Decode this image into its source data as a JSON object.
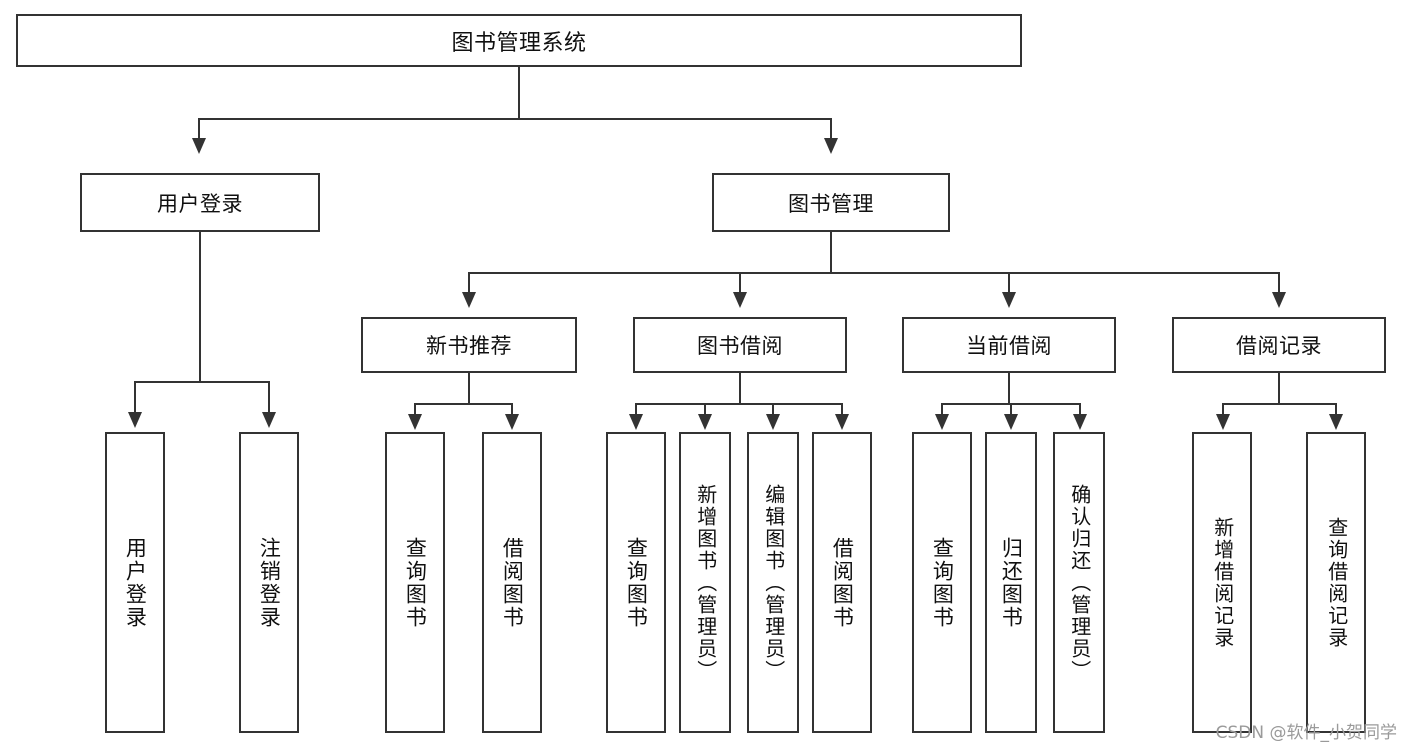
{
  "diagram": {
    "type": "tree",
    "title": "图书管理系统",
    "root": {
      "label": "图书管理系统"
    },
    "level2": [
      {
        "label": "用户登录"
      },
      {
        "label": "图书管理"
      }
    ],
    "level3": [
      {
        "label": "新书推荐"
      },
      {
        "label": "图书借阅"
      },
      {
        "label": "当前借阅"
      },
      {
        "label": "借阅记录"
      }
    ],
    "leaves": {
      "user_login": [
        {
          "label": "用户登录"
        },
        {
          "label": "注销登录"
        }
      ],
      "new_book_recommend": [
        {
          "label": "查询图书"
        },
        {
          "label": "借阅图书"
        }
      ],
      "book_borrow": [
        {
          "label": "查询图书"
        },
        {
          "label": "新增图书（管理员）"
        },
        {
          "label": "编辑图书（管理员）"
        },
        {
          "label": "借阅图书"
        }
      ],
      "current_borrow": [
        {
          "label": "查询图书"
        },
        {
          "label": "归还图书"
        },
        {
          "label": "确认归还（管理员）"
        }
      ],
      "borrow_record": [
        {
          "label": "新增借阅记录"
        },
        {
          "label": "查询借阅记录"
        }
      ]
    }
  },
  "watermark": {
    "text": "CSDN @软件_小贺同学"
  },
  "colors": {
    "line": "#333333",
    "fill": "#ffffff",
    "text": "#101010",
    "watermark": "#9a9a9a"
  }
}
